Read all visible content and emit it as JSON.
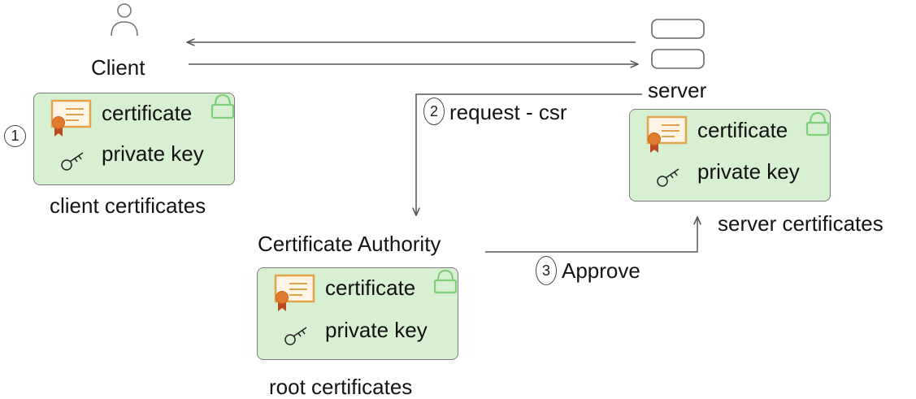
{
  "nodes": {
    "client": {
      "label": "Client"
    },
    "server": {
      "label": "server"
    },
    "ca": {
      "label": "Certificate Authority"
    }
  },
  "cards": {
    "client": {
      "certificate": "certificate",
      "private_key": "private key",
      "caption": "client certificates",
      "step": "1"
    },
    "server": {
      "certificate": "certificate",
      "private_key": "private key",
      "caption": "server certificates"
    },
    "root": {
      "certificate": "certificate",
      "private_key": "private key",
      "caption": "root certificates"
    }
  },
  "edges": {
    "request": {
      "step": "2",
      "label": "request - csr"
    },
    "approve": {
      "step": "3",
      "label": "Approve"
    }
  },
  "colors": {
    "card_fill": "#d7f0d2",
    "lock": "#7fcf7a",
    "certificate_frame": "#e2a34a",
    "ribbon": "#e07a2e",
    "line": "#555555"
  },
  "icons": {
    "client": "user-icon",
    "server": "server-icon",
    "certificate": "certificate-icon",
    "key": "key-icon",
    "lock": "lock-icon"
  }
}
